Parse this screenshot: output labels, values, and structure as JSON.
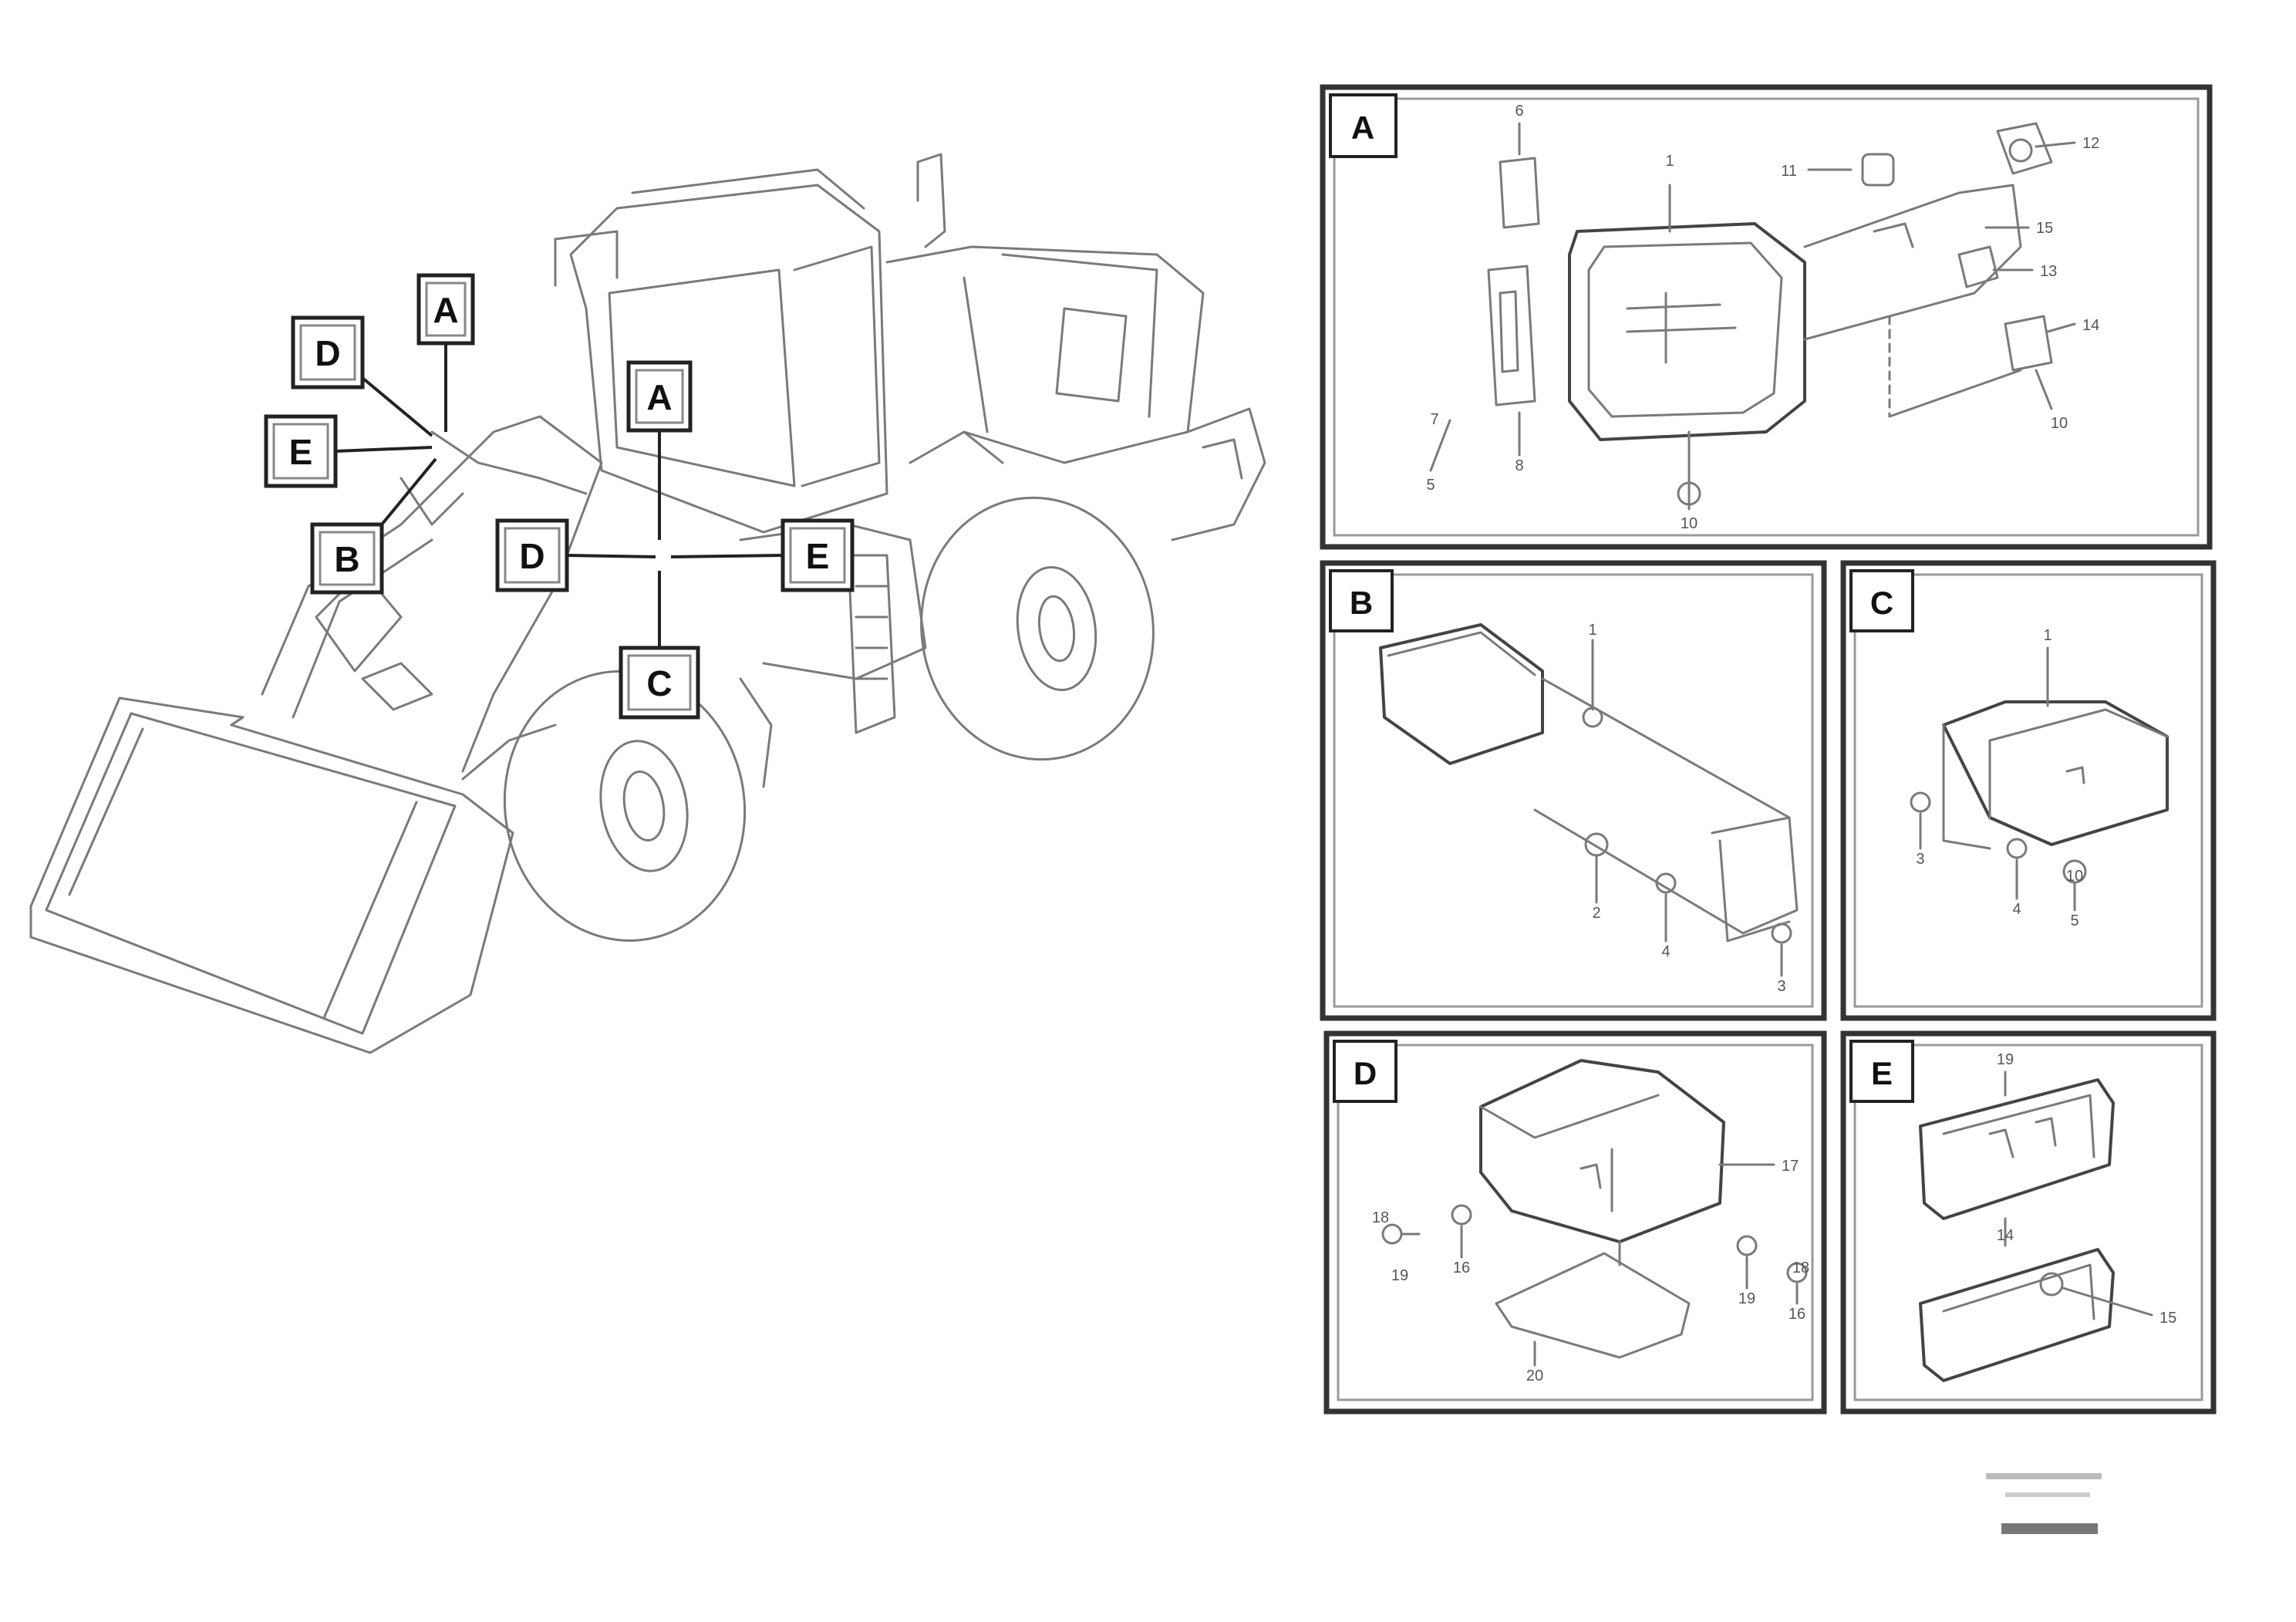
{
  "callouts": {
    "overview": {
      "A_top": "A",
      "D_left": "D",
      "E_left": "E",
      "B_left": "B",
      "A_center": "A",
      "D_center": "D",
      "E_center": "E",
      "C_center": "C"
    }
  },
  "panels": {
    "A": {
      "tag": "A",
      "part_numbers": [
        "6",
        "1",
        "11",
        "12",
        "15",
        "13",
        "14",
        "5",
        "8",
        "7",
        "10",
        "10"
      ]
    },
    "B": {
      "tag": "B",
      "part_numbers": [
        "1",
        "2",
        "4",
        "3"
      ]
    },
    "C": {
      "tag": "C",
      "part_numbers": [
        "1",
        "3",
        "4",
        "10",
        "5"
      ]
    },
    "D": {
      "tag": "D",
      "part_numbers": [
        "17",
        "18",
        "19",
        "16",
        "20",
        "19",
        "18",
        "16"
      ]
    },
    "E": {
      "tag": "E",
      "part_numbers": [
        "19",
        "14",
        "15"
      ]
    }
  },
  "figure_ref": {
    "line1": "",
    "line2": "",
    "code": ""
  }
}
